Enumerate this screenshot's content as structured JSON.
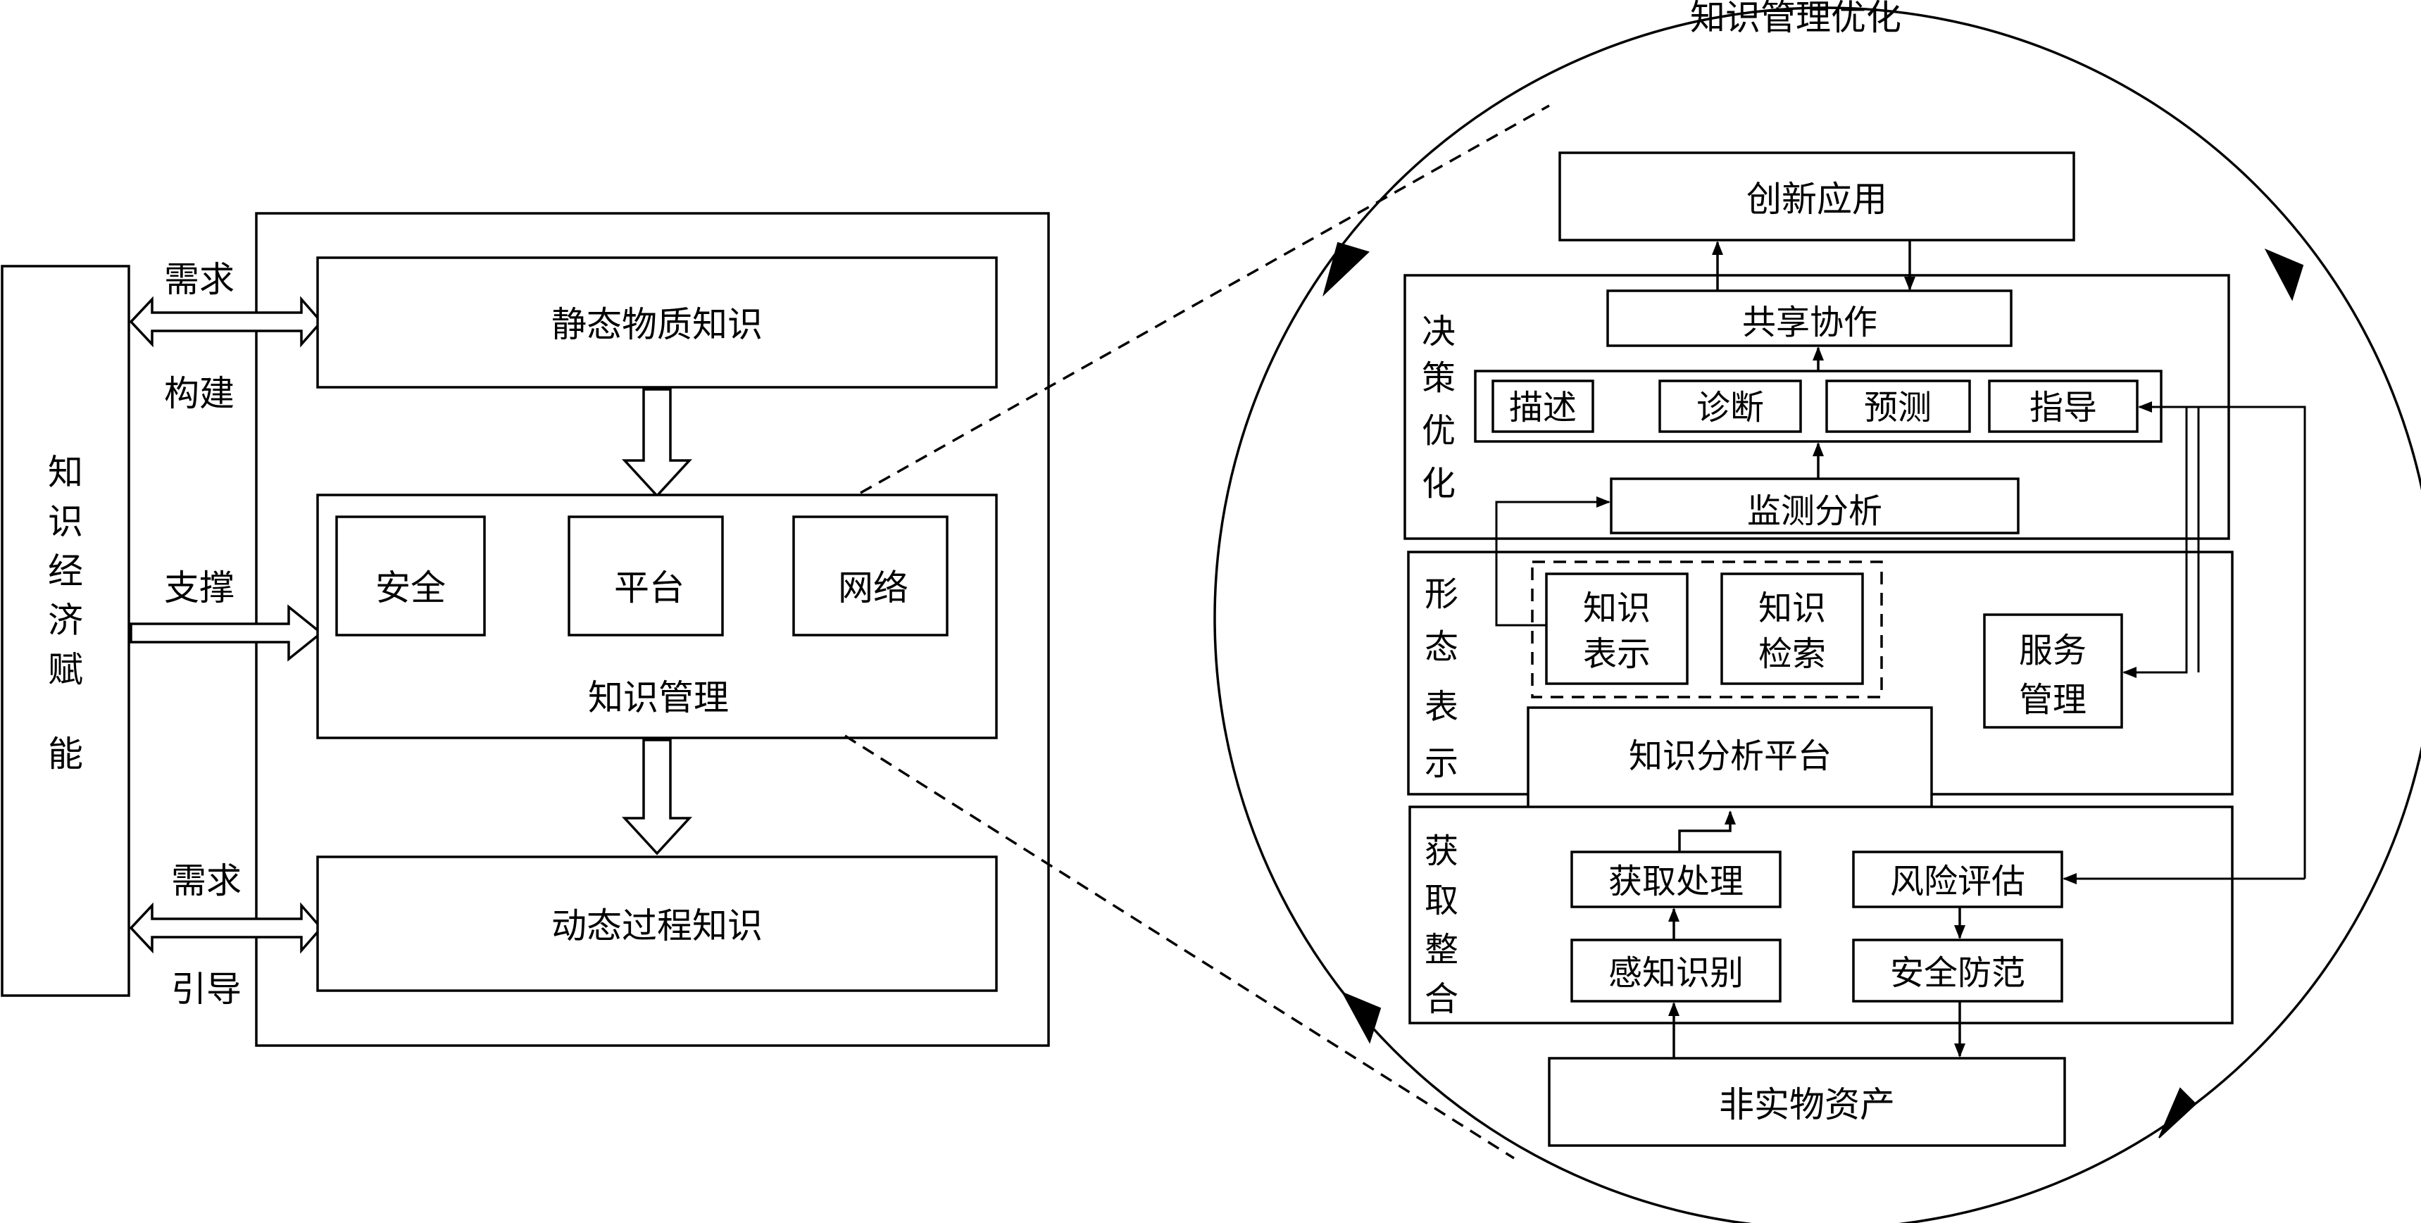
{
  "left": {
    "side_box_chars": [
      "知",
      "识",
      "经",
      "济",
      "赋",
      "能"
    ],
    "top_arrow": {
      "above": "需求",
      "below": "构建"
    },
    "mid_arrow": {
      "above": "支撑"
    },
    "bottom_arrow": {
      "above": "需求",
      "below": "引导"
    },
    "static_knowledge": "静态物质知识",
    "knowledge_mgmt": {
      "title": "知识管理",
      "items": [
        "安全",
        "平台",
        "网络"
      ]
    },
    "dynamic_knowledge": "动态过程知识"
  },
  "right": {
    "title": "知识管理优化",
    "innovation": "创新应用",
    "decision": {
      "label_chars": [
        "决",
        "策",
        "优",
        "化"
      ],
      "sharing": "共享协作",
      "items": [
        "描述",
        "诊断",
        "预测",
        "指导"
      ],
      "monitoring": "监测分析"
    },
    "representation": {
      "label_chars": [
        "形",
        "态",
        "表",
        "示"
      ],
      "knowledge_rep": [
        "知识",
        "表示"
      ],
      "knowledge_search": [
        "知识",
        "检索"
      ],
      "service_mgmt": [
        "服务",
        "管理"
      ],
      "platform": "知识分析平台"
    },
    "acquisition": {
      "label_chars": [
        "获",
        "取",
        "整",
        "合"
      ],
      "processing": "获取处理",
      "perception": "感知识别",
      "risk": "风险评估",
      "security": "安全防范"
    },
    "intangible_assets": "非实物资产"
  }
}
